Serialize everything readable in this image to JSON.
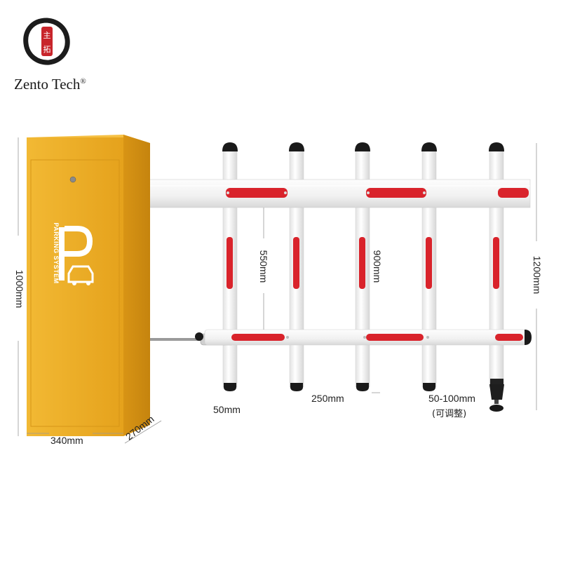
{
  "brand": {
    "name": "Zento Tech",
    "mark": "®",
    "logo_text_top": "主",
    "logo_text_bottom": "拓"
  },
  "cabinet": {
    "sign_letter": "P",
    "sign_text": "PARKING SYSTEM",
    "color": "#e9a822"
  },
  "dimensions": {
    "cabinet_height": "1000mm",
    "cabinet_width": "340mm",
    "cabinet_depth": "270mm",
    "fence_gap": "550mm",
    "post_height": "900mm",
    "total_height": "1200mm",
    "post_width": "50mm",
    "post_spacing": "250mm",
    "foot_adjust": "50-100mm",
    "foot_adjust_note": "(可调整)"
  },
  "colors": {
    "reflector": "#d9232b",
    "cap": "#1a1a1a",
    "beam": "#f4f4f4"
  }
}
